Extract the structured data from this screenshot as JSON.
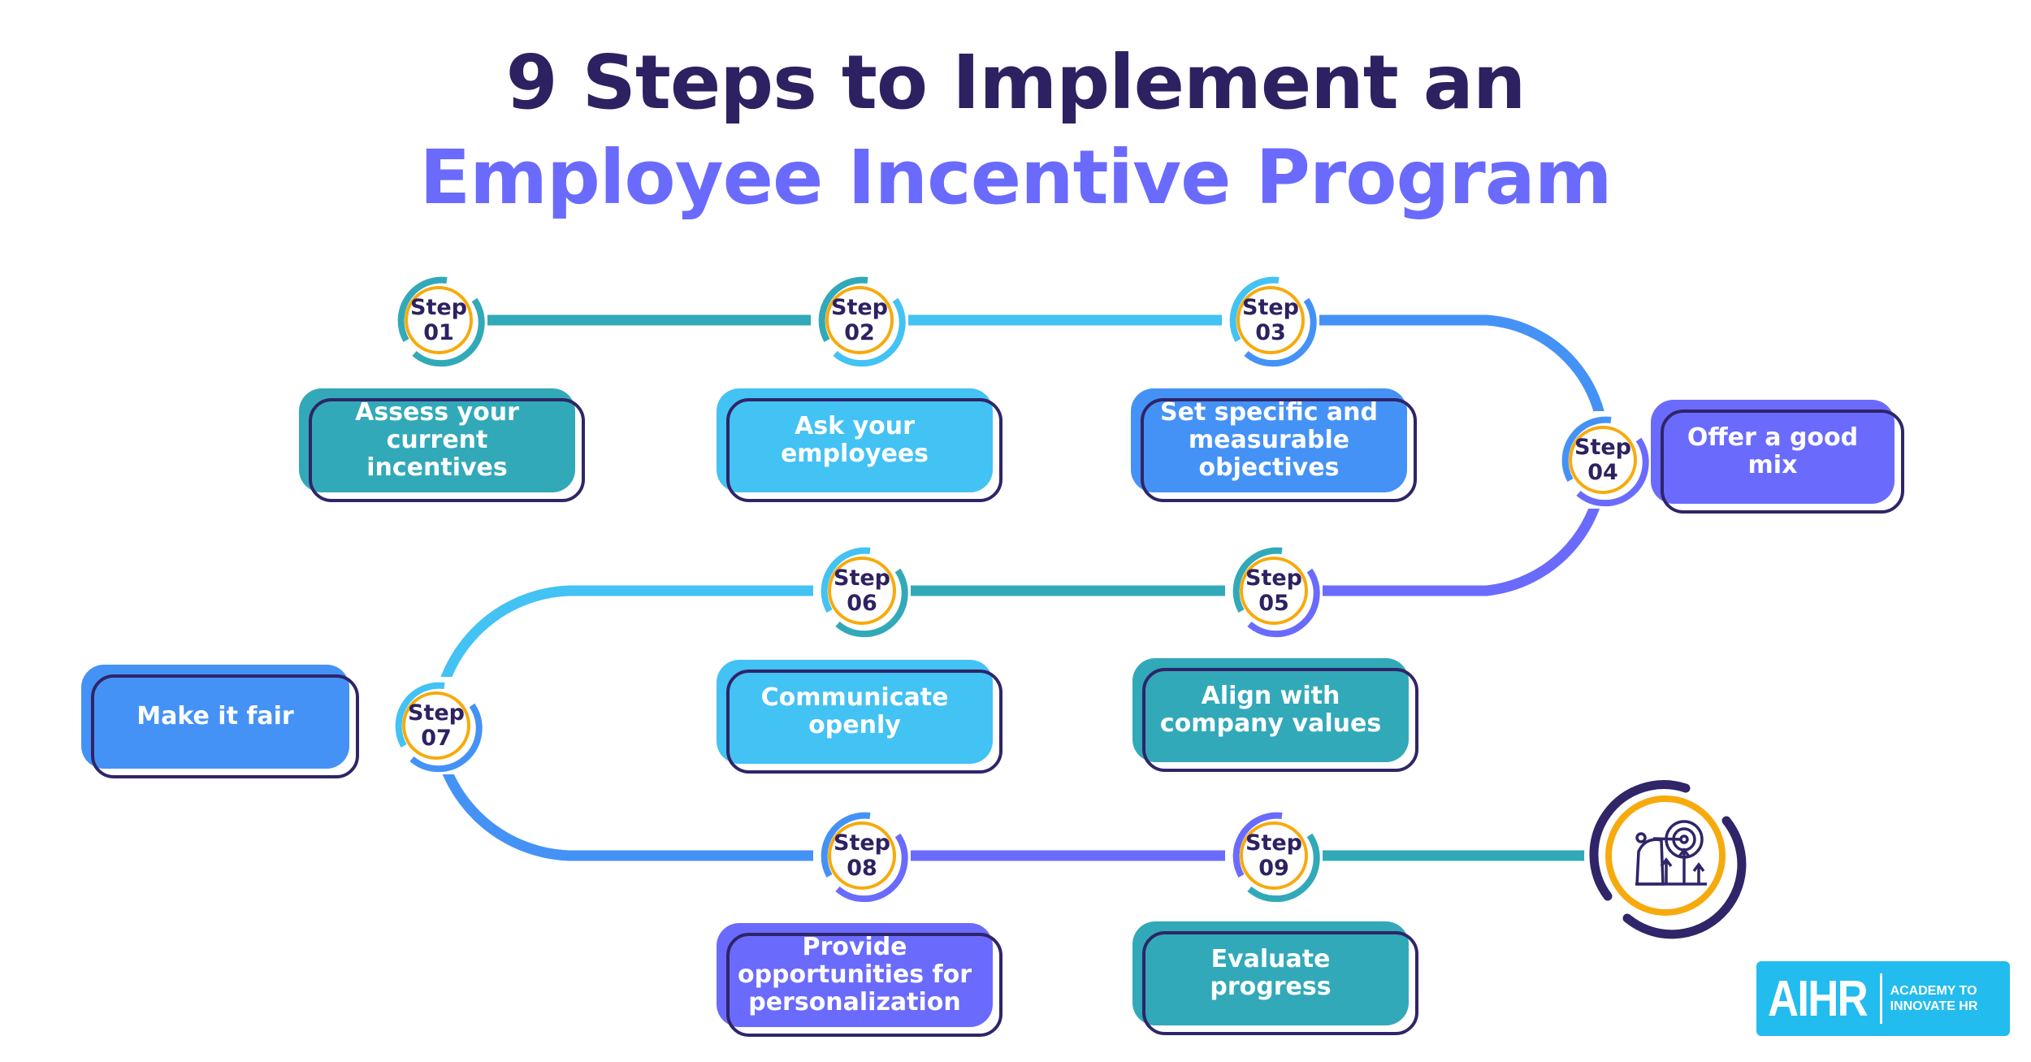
{
  "header": {
    "title_line1": "9 Steps to Implement an",
    "title_line2": "Employee Incentive Program"
  },
  "colors": {
    "navy": "#2e2162",
    "purple": "#6a6bfd",
    "teal": "#32a9b8",
    "light_blue": "#43c2f4",
    "blue": "#4592f6",
    "orange": "#f7aa0c",
    "logo_blue": "#22bcef"
  },
  "steps": [
    {
      "word": "Step",
      "num": "01",
      "text": "Assess your current incentives"
    },
    {
      "word": "Step",
      "num": "02",
      "text": "Ask your employees"
    },
    {
      "word": "Step",
      "num": "03",
      "text": "Set specific and measurable objectives"
    },
    {
      "word": "Step",
      "num": "04",
      "text": "Offer a good mix"
    },
    {
      "word": "Step",
      "num": "05",
      "text": "Align with company values"
    },
    {
      "word": "Step",
      "num": "06",
      "text": "Communicate openly"
    },
    {
      "word": "Step",
      "num": "07",
      "text": "Make it fair"
    },
    {
      "word": "Step",
      "num": "08",
      "text": "Provide opportunities for personalization"
    },
    {
      "word": "Step",
      "num": "09",
      "text": "Evaluate progress"
    }
  ],
  "goal": {
    "icon": "target-growth-icon"
  },
  "logo": {
    "mark": "AIHR",
    "line1": "ACADEMY TO",
    "line2": "INNOVATE HR"
  }
}
